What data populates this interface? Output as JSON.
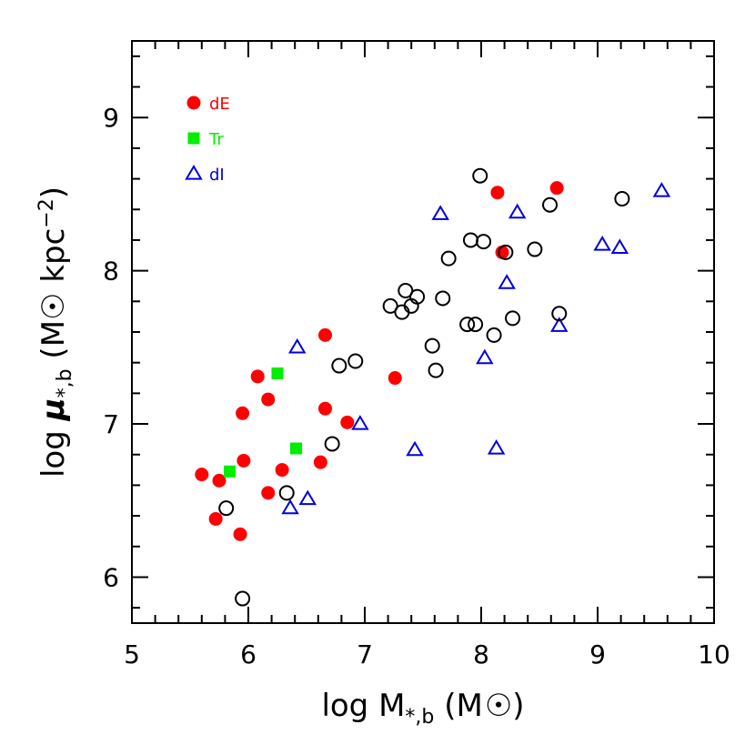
{
  "chart_data": {
    "type": "scatter",
    "title": "",
    "xlabel": {
      "prefix": "log M",
      "sub": "*,b",
      "unit_open": " (M",
      "unit_close": ")"
    },
    "ylabel": {
      "prefix": "log ",
      "mu": "μ",
      "sub": "*,b",
      "unit_open": " (M",
      "unit_mid": " kpc",
      "unit_sup": "−2",
      "unit_close": ")"
    },
    "xlim": [
      5,
      10
    ],
    "ylim": [
      5.7,
      9.5
    ],
    "xticks": [
      "5",
      "6",
      "7",
      "8",
      "9",
      "10"
    ],
    "yticks": [
      "6",
      "7",
      "8",
      "9"
    ],
    "legend_position": "top-left",
    "colors": {
      "dE": "#ff0000",
      "Tr": "#00ee00",
      "dI": "#0000dd",
      "other": "#000000"
    },
    "series": [
      {
        "name": "dE",
        "marker": "filled-circle",
        "points": [
          [
            5.6,
            6.67
          ],
          [
            5.72,
            6.38
          ],
          [
            5.75,
            6.63
          ],
          [
            5.93,
            6.28
          ],
          [
            5.95,
            7.07
          ],
          [
            5.96,
            6.76
          ],
          [
            6.08,
            7.31
          ],
          [
            6.17,
            7.16
          ],
          [
            6.17,
            6.55
          ],
          [
            6.29,
            6.7
          ],
          [
            6.62,
            6.75
          ],
          [
            6.66,
            7.58
          ],
          [
            6.66,
            7.1
          ],
          [
            6.85,
            7.01
          ],
          [
            7.26,
            7.3
          ],
          [
            8.14,
            8.51
          ],
          [
            8.18,
            8.12
          ],
          [
            8.65,
            8.54
          ]
        ]
      },
      {
        "name": "Tr",
        "marker": "filled-square",
        "points": [
          [
            5.84,
            6.69
          ],
          [
            6.25,
            7.33
          ],
          [
            6.41,
            6.84
          ]
        ]
      },
      {
        "name": "dI",
        "marker": "open-triangle",
        "points": [
          [
            6.36,
            6.45
          ],
          [
            6.42,
            7.5
          ],
          [
            6.51,
            6.51
          ],
          [
            6.96,
            7.0
          ],
          [
            7.43,
            6.83
          ],
          [
            7.65,
            8.37
          ],
          [
            8.03,
            7.43
          ],
          [
            8.13,
            6.84
          ],
          [
            8.22,
            7.92
          ],
          [
            8.31,
            8.38
          ],
          [
            8.67,
            7.64
          ],
          [
            9.04,
            8.17
          ],
          [
            9.19,
            8.15
          ],
          [
            9.55,
            8.52
          ]
        ]
      },
      {
        "marker": "open-circle",
        "points": [
          [
            5.81,
            6.45
          ],
          [
            5.95,
            5.86
          ],
          [
            6.33,
            6.55
          ],
          [
            6.72,
            6.87
          ],
          [
            6.78,
            7.38
          ],
          [
            6.92,
            7.41
          ],
          [
            7.22,
            7.77
          ],
          [
            7.32,
            7.73
          ],
          [
            7.35,
            7.87
          ],
          [
            7.4,
            7.77
          ],
          [
            7.45,
            7.83
          ],
          [
            7.58,
            7.51
          ],
          [
            7.61,
            7.35
          ],
          [
            7.67,
            7.82
          ],
          [
            7.72,
            8.08
          ],
          [
            7.88,
            7.65
          ],
          [
            7.91,
            8.2
          ],
          [
            7.95,
            7.65
          ],
          [
            7.99,
            8.62
          ],
          [
            8.02,
            8.19
          ],
          [
            8.11,
            7.58
          ],
          [
            8.21,
            8.12
          ],
          [
            8.27,
            7.69
          ],
          [
            8.46,
            8.14
          ],
          [
            8.59,
            8.43
          ],
          [
            8.67,
            7.72
          ],
          [
            9.21,
            8.47
          ]
        ]
      }
    ]
  }
}
